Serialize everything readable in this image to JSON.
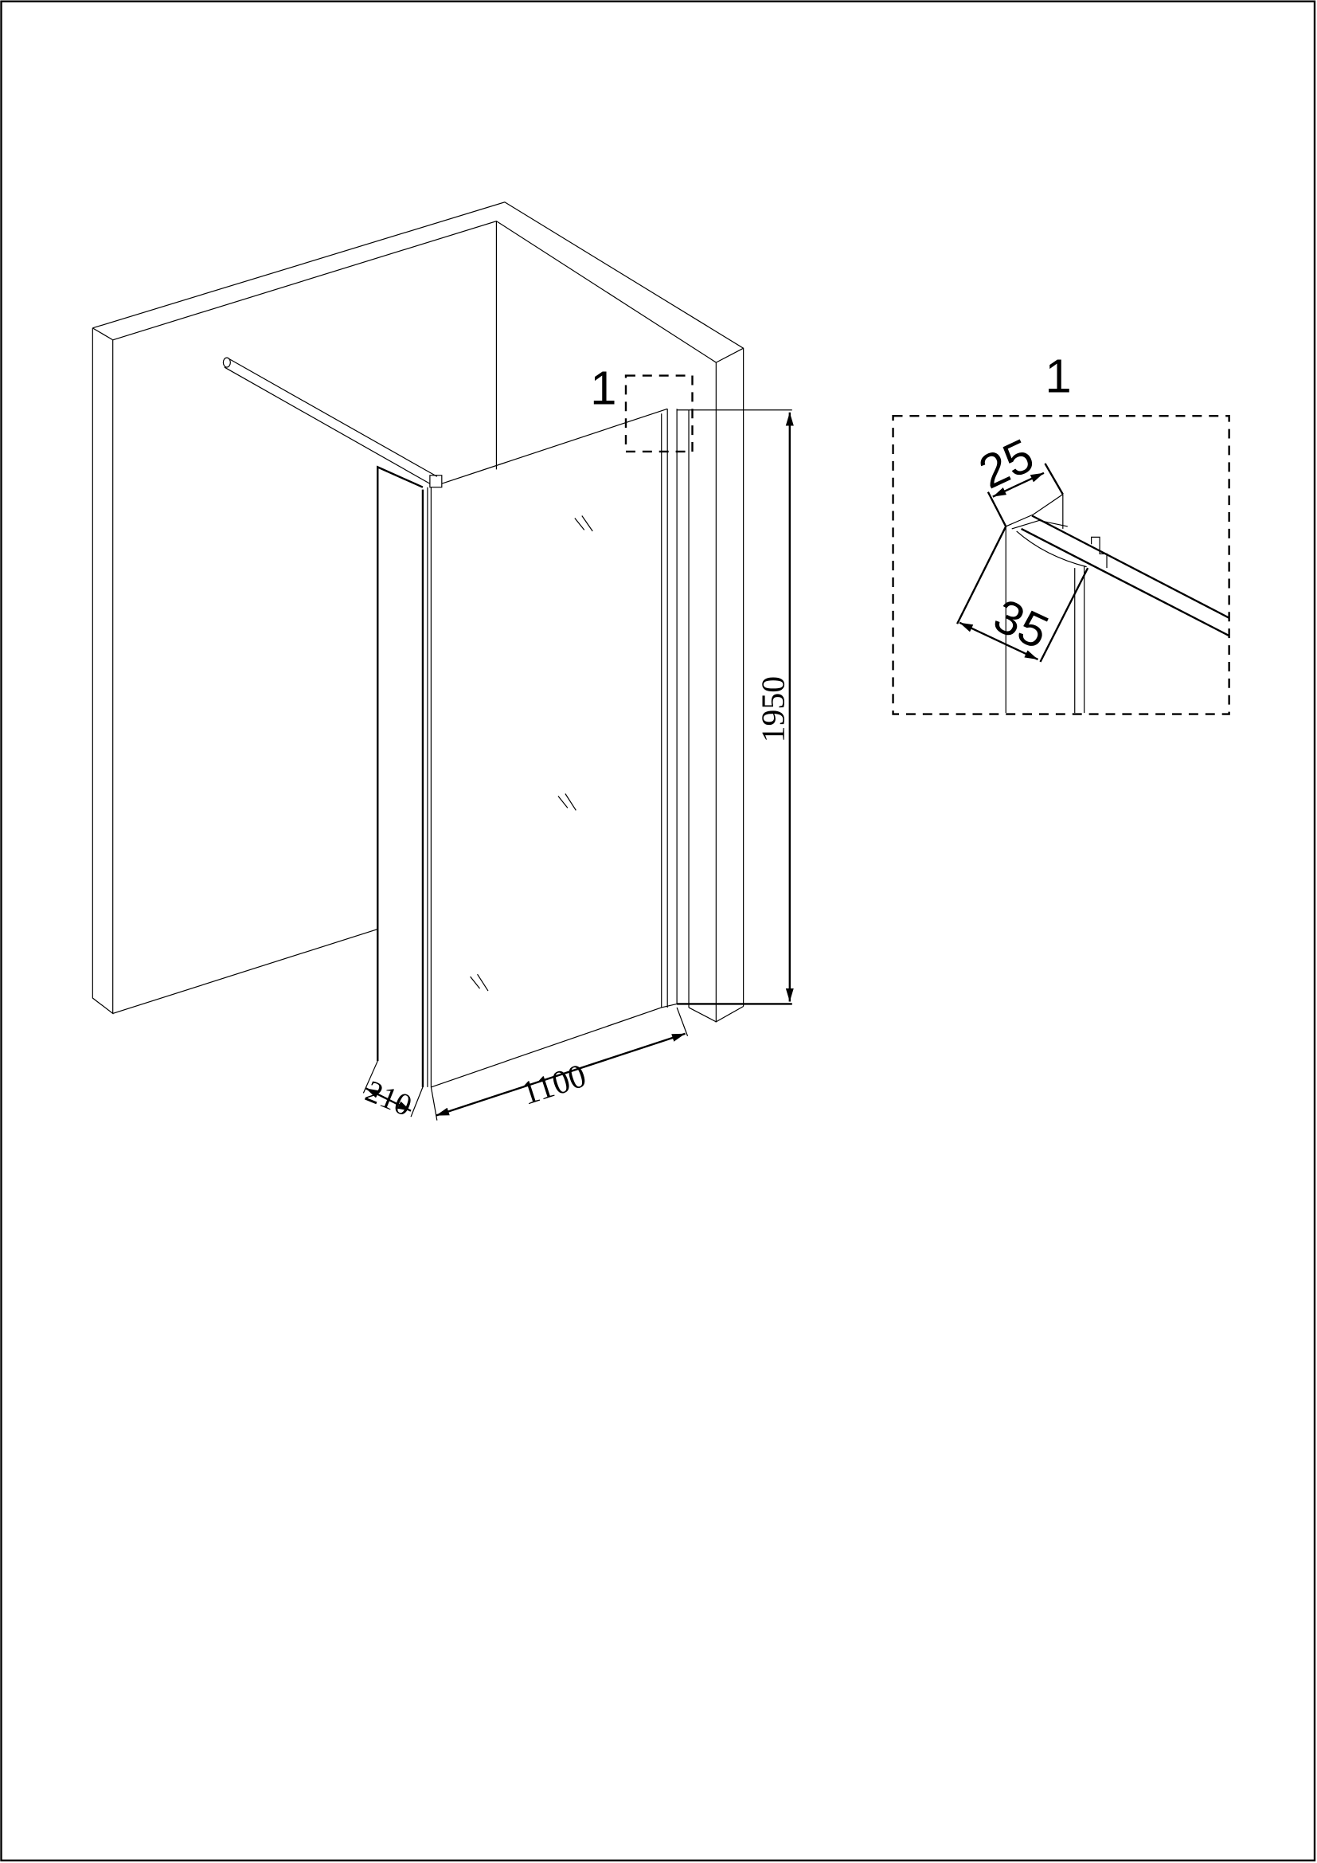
{
  "drawing": {
    "callout_label": "1",
    "detail": {
      "title": "1",
      "profile_width": "25",
      "profile_depth": "35"
    },
    "dimensions": {
      "height": "1950",
      "width": "1100",
      "return_panel": "210"
    },
    "colors": {
      "line": "#000000",
      "background": "#ffffff"
    }
  }
}
